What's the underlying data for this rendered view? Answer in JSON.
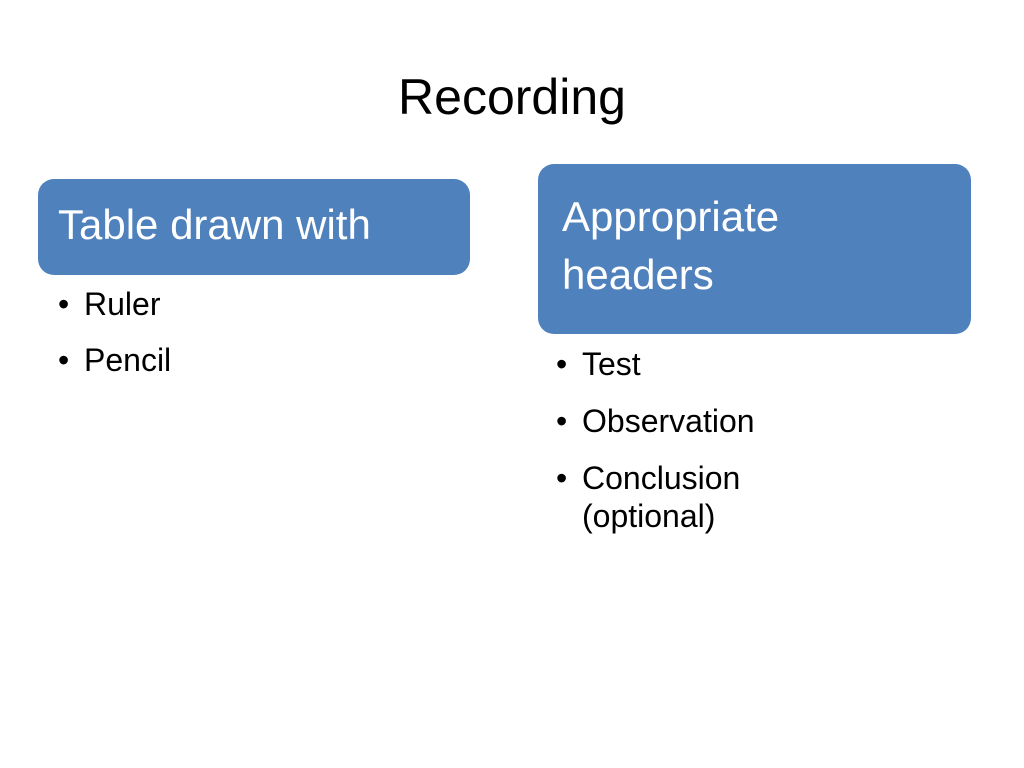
{
  "slide": {
    "title": "Recording",
    "left_box": {
      "header": "Table drawn with",
      "items": [
        "Ruler",
        "Pencil"
      ]
    },
    "right_box": {
      "header_line1": "Appropriate",
      "header_line2": "headers",
      "items": [
        "Test",
        "Observation",
        "Conclusion",
        "(optional)"
      ]
    }
  },
  "colors": {
    "box_fill": "#4f81bd",
    "box_text": "#ffffff",
    "body_text": "#000000",
    "background": "#ffffff"
  }
}
